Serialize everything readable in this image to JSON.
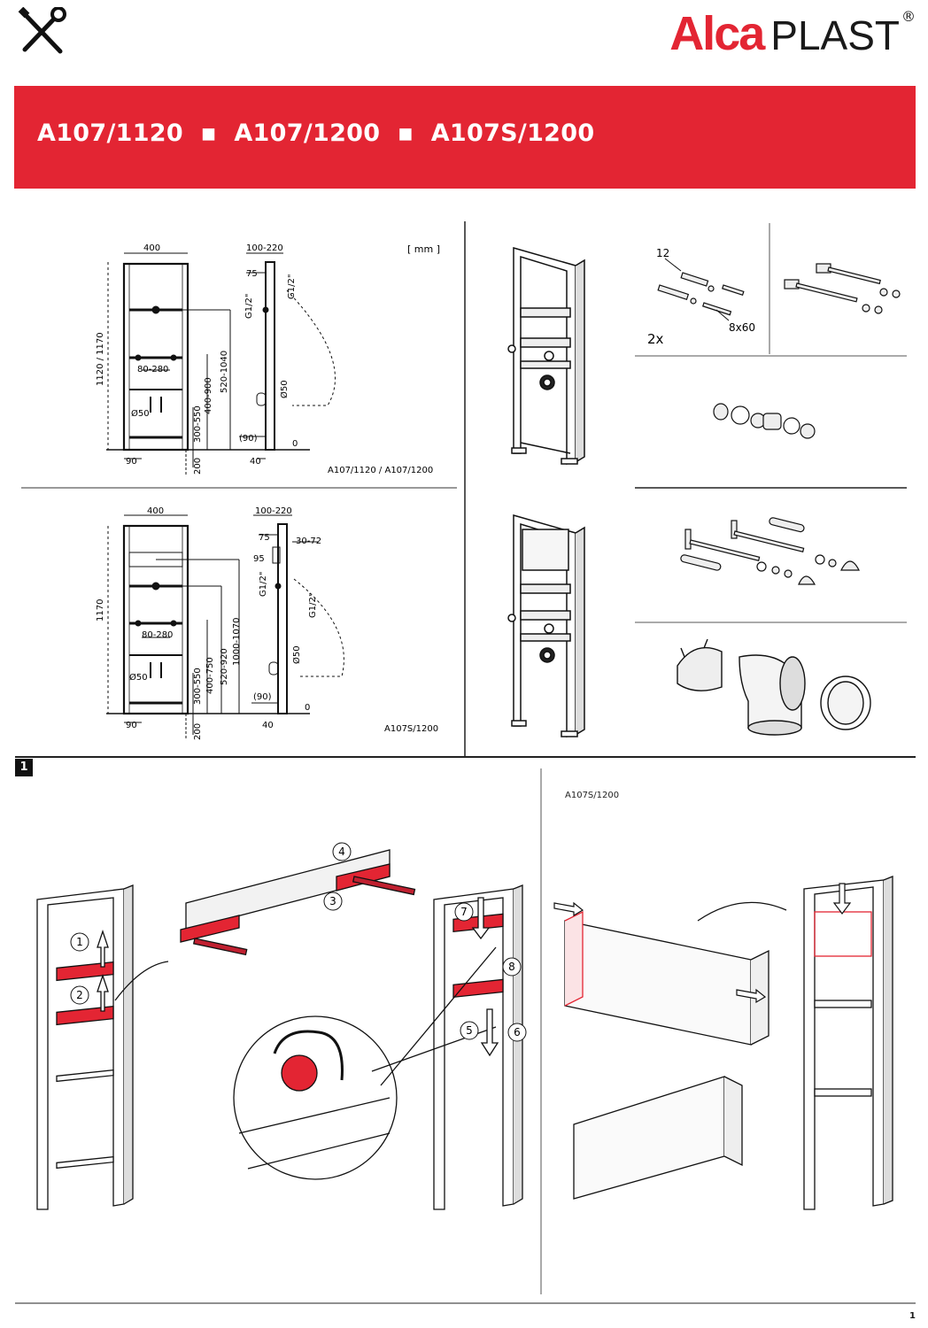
{
  "header": {
    "brand_primary": "Alca",
    "brand_secondary": "PLAST",
    "brand_mark": "®",
    "tools_icon": "screwdriver-wrench-icon",
    "brand_color": "#e32533"
  },
  "banner": {
    "models": "A107/1120  ▪  A107/1200  ▪  A107S/1200"
  },
  "diagram_top": {
    "unit": "[ mm ]",
    "width": "400",
    "depth": "100-220",
    "offset_75": "75",
    "thread_a": "G1/2\"",
    "thread_b": "G1/2\"",
    "height": "1120  /  1170",
    "range_80_280": "80-280",
    "range_520_1040": "520-1040",
    "range_400_900": "400-900",
    "range_300_550": "300-550",
    "diameter": "Ø50",
    "drain_diameter": "Ø50",
    "size_90_paren": "(90)",
    "size_90": "90",
    "size_40": "40",
    "size_200": "200",
    "zero": "0",
    "model_caption": "A107/1120  /  A107/1200"
  },
  "diagram_bottom": {
    "width": "400",
    "depth": "100-220",
    "offset_75": "75",
    "offset_30_72": "30-72",
    "offset_95": "95",
    "thread_a": "G1/2\"",
    "thread_b": "G1/2\"",
    "height": "1170",
    "range_80_280": "80-280",
    "range_1000_1070": "1000-1070",
    "range_520_920": "520-920",
    "range_400_750": "400-750",
    "range_300_550": "300-550",
    "diameter": "Ø50",
    "drain_diameter": "Ø50",
    "size_90_paren": "(90)",
    "size_90": "90",
    "size_40": "40",
    "size_200": "200",
    "zero": "0",
    "model_caption": "A107S/1200"
  },
  "parts": {
    "count_12": "12",
    "qty_2x": "2x",
    "screws_8x60": "8x60"
  },
  "step": {
    "number": "1",
    "model_caption": "A107S/1200",
    "callouts": [
      "1",
      "2",
      "3",
      "4",
      "5",
      "6",
      "7",
      "8"
    ]
  },
  "footer": {
    "page": "1"
  }
}
